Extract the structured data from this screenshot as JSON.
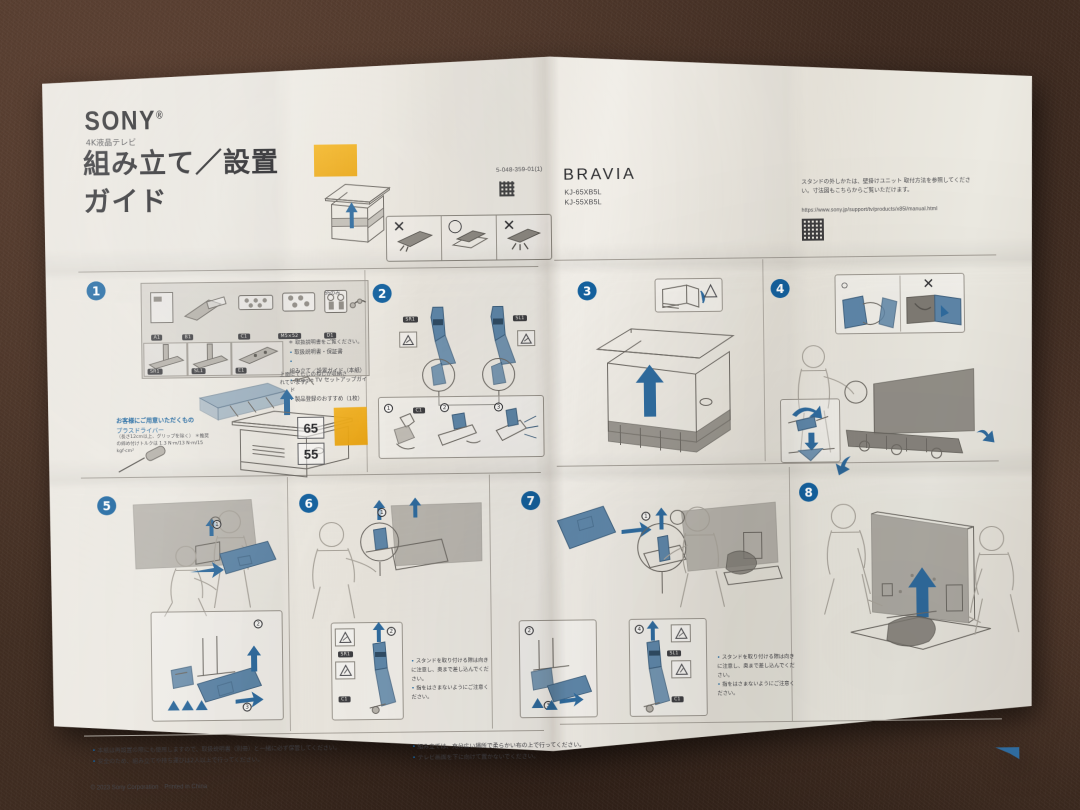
{
  "surface": {
    "description": "dark-brown-fabric-background"
  },
  "document": {
    "brand": "SONY",
    "brand_mark": "®",
    "category": "4K液晶テレビ",
    "title_line1": "組み立て／設置",
    "title_line2": "ガイド",
    "part_number": "5-048-359-01(1)",
    "series": "BRAVIA",
    "models": [
      "KJ-65XB5L",
      "KJ-55XB5L"
    ],
    "top_note": "スタンドの外しかたは、壁掛けユニット 取付方法を参照してください。寸法図もこちらからご覧いただけます。",
    "top_url": "https://www.sony.jp/support/tv/products/x85l/manual.html",
    "size_badges": [
      "65",
      "55"
    ]
  },
  "step1": {
    "number": "1",
    "note_55only": "55のみ",
    "part_tags_row1": [
      "A1",
      "B1",
      "C1",
      "M5×52",
      "D1"
    ],
    "part_tags_row2": [
      "SR1",
      "SL1",
      "E1"
    ],
    "asterisk_note": "＊ 取扱説明書をご覧ください。",
    "included_items": [
      "取扱説明書・保証書",
      "組み立て／設置ガイド（本紙）",
      "Google TV セットアップガイド",
      "製品登録のおすすめ（1枚）"
    ],
    "screw_note": "上面にてしじのねじが収納されています。",
    "tool_heading": "お客様にご用意いただくもの",
    "tool_name": "プラスドライバー",
    "tool_spec1": "（長さ12cm以上、グリップを除く）",
    "tool_spec2": "＊推奨の締め付けトルクは 1.3 N·m/13 N·m/15 kgf·cm²"
  },
  "step2": {
    "number": "2",
    "tags": [
      "SR1",
      "SL1",
      "C1"
    ],
    "sub_numbers": [
      "1",
      "2",
      "3"
    ]
  },
  "step3": {
    "number": "3"
  },
  "step4": {
    "number": "4",
    "marks": [
      "○",
      "✕"
    ]
  },
  "step5": {
    "number": "5",
    "sub_numbers": [
      "1",
      "2",
      "3"
    ]
  },
  "step6": {
    "number": "6",
    "sub_numbers": [
      "1",
      "2"
    ],
    "tags": [
      "SR1",
      "C1"
    ],
    "notes": [
      "スタンドを取り付ける際は向きに注意し、奥まで差し込んでください。",
      "指をはさまないようにご注意ください。"
    ]
  },
  "step7": {
    "number": "7",
    "sub_numbers": [
      "1",
      "2",
      "3",
      "4"
    ],
    "tags": [
      "SL1",
      "C1"
    ],
    "notes": [
      "スタンドを取り付ける際は向きに注意し、奥まで差し込んでください。",
      "指をはさまないようにご注意ください。"
    ]
  },
  "step8": {
    "number": "8"
  },
  "footer": {
    "left_notes": [
      "本紙は再設置の際にも使用しますので、取扱説明書（別冊）と一緒に必ず保管してください。",
      "安全のため、組み立てや持ち運びは2人以上で行ってください。"
    ],
    "right_notes": [
      "組み立ては、充分広い場所で柔らかい布の上で行ってください。",
      "テレビ画面を下に向けて置かないでください。"
    ],
    "copyright": "© 2023 Sony Corporation　Printed in China"
  },
  "colors": {
    "accent_blue": "#14619e",
    "illustration_blue": "#5e86a8",
    "tape_yellow": "#f2b01c",
    "paper": "#eceae2",
    "background": "#443024"
  }
}
